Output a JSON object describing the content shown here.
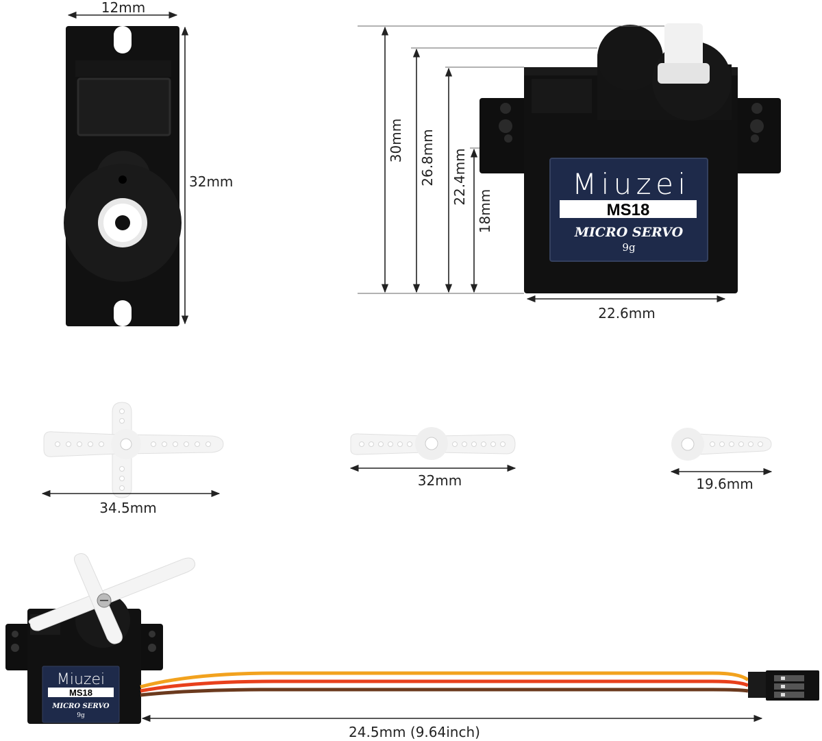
{
  "dimensions": {
    "top_view_width": "12mm",
    "top_view_length": "32mm",
    "height_total": "30mm",
    "height_gear_top": "26.8mm",
    "height_case": "22.4mm",
    "height_flange": "18mm",
    "body_width": "22.6mm",
    "horn_cross": "34.5mm",
    "horn_double": "32mm",
    "horn_single": "19.6mm",
    "cable_length": "24.5mm (9.64inch)"
  },
  "label": {
    "brand": "Miuzei",
    "model": "MS18",
    "type": "MICRO SERVO",
    "weight": "9g"
  },
  "colors": {
    "body": "#0d0d0d",
    "label_bg": "#1e2a4a",
    "horn": "#f4f4f4",
    "wire_brown": "#6b3a1e",
    "wire_red": "#e8401c",
    "wire_orange": "#f2a21e"
  }
}
